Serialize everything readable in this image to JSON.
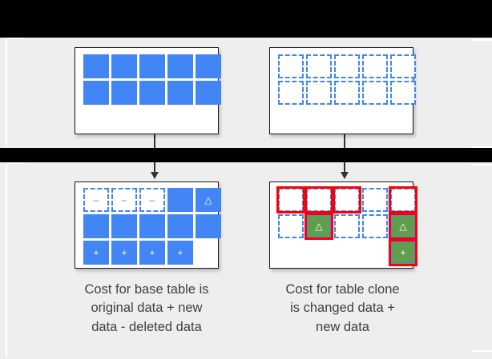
{
  "slide": {
    "background_color": "#eeeeee",
    "page_color": "#ffffff",
    "bar_color": "#000000"
  },
  "colors": {
    "data_blue": "#4285f4",
    "changed_green": "#5f9e4f",
    "highlight_red": "#ff0000",
    "table_border": "#1a1a1a",
    "text": "#3c4043"
  },
  "glyphs": {
    "delta": "△",
    "plus": "+",
    "minus": "–"
  },
  "tables": [
    {
      "id": "base-table-before",
      "name": "base-table-original",
      "rows": [
        [
          {
            "state": "filled",
            "glyph": "",
            "highlight": false
          },
          {
            "state": "filled",
            "glyph": "",
            "highlight": false
          },
          {
            "state": "filled",
            "glyph": "",
            "highlight": false
          },
          {
            "state": "filled",
            "glyph": "",
            "highlight": false
          },
          {
            "state": "filled",
            "glyph": "",
            "highlight": false
          }
        ],
        [
          {
            "state": "filled",
            "glyph": "",
            "highlight": false
          },
          {
            "state": "filled",
            "glyph": "",
            "highlight": false
          },
          {
            "state": "filled",
            "glyph": "",
            "highlight": false
          },
          {
            "state": "filled",
            "glyph": "",
            "highlight": false
          },
          {
            "state": "filled",
            "glyph": "",
            "highlight": false
          }
        ]
      ]
    },
    {
      "id": "clone-table-before",
      "name": "table-clone-original",
      "rows": [
        [
          {
            "state": "dashed",
            "glyph": "",
            "highlight": false
          },
          {
            "state": "dashed",
            "glyph": "",
            "highlight": false
          },
          {
            "state": "dashed",
            "glyph": "",
            "highlight": false
          },
          {
            "state": "dashed",
            "glyph": "",
            "highlight": false
          },
          {
            "state": "dashed",
            "glyph": "",
            "highlight": false
          }
        ],
        [
          {
            "state": "dashed",
            "glyph": "",
            "highlight": false
          },
          {
            "state": "dashed",
            "glyph": "",
            "highlight": false
          },
          {
            "state": "dashed",
            "glyph": "",
            "highlight": false
          },
          {
            "state": "dashed",
            "glyph": "",
            "highlight": false
          },
          {
            "state": "dashed",
            "glyph": "",
            "highlight": false
          }
        ]
      ]
    },
    {
      "id": "base-table-after",
      "name": "base-table-after-changes",
      "rows": [
        [
          {
            "state": "dashed",
            "glyph": "–",
            "highlight": false
          },
          {
            "state": "dashed",
            "glyph": "–",
            "highlight": false
          },
          {
            "state": "dashed",
            "glyph": "–",
            "highlight": false
          },
          {
            "state": "filled",
            "glyph": "",
            "highlight": false
          },
          {
            "state": "filled",
            "glyph": "△",
            "highlight": false
          }
        ],
        [
          {
            "state": "filled",
            "glyph": "",
            "highlight": false
          },
          {
            "state": "filled",
            "glyph": "",
            "highlight": false
          },
          {
            "state": "filled",
            "glyph": "",
            "highlight": false
          },
          {
            "state": "filled",
            "glyph": "",
            "highlight": false
          },
          {
            "state": "filled",
            "glyph": "",
            "highlight": false
          }
        ],
        [
          {
            "state": "filled",
            "glyph": "+",
            "highlight": false
          },
          {
            "state": "filled",
            "glyph": "+",
            "highlight": false
          },
          {
            "state": "filled",
            "glyph": "+",
            "highlight": false
          },
          {
            "state": "filled",
            "glyph": "+",
            "highlight": false
          },
          {
            "state": "empty",
            "glyph": "",
            "highlight": false
          }
        ]
      ]
    },
    {
      "id": "clone-table-after",
      "name": "table-clone-after-changes",
      "rows": [
        [
          {
            "state": "dashed",
            "glyph": "",
            "highlight": true
          },
          {
            "state": "dashed",
            "glyph": "",
            "highlight": true
          },
          {
            "state": "dashed",
            "glyph": "",
            "highlight": true
          },
          {
            "state": "dashed",
            "glyph": "",
            "highlight": false
          },
          {
            "state": "dashed",
            "glyph": "",
            "highlight": true
          }
        ],
        [
          {
            "state": "dashed",
            "glyph": "",
            "highlight": false
          },
          {
            "state": "green",
            "glyph": "△",
            "highlight": true
          },
          {
            "state": "dashed",
            "glyph": "",
            "highlight": false
          },
          {
            "state": "dashed",
            "glyph": "",
            "highlight": false
          },
          {
            "state": "green",
            "glyph": "△",
            "highlight": true
          }
        ],
        [
          {
            "state": "empty",
            "glyph": "",
            "highlight": false
          },
          {
            "state": "empty",
            "glyph": "",
            "highlight": false
          },
          {
            "state": "empty",
            "glyph": "",
            "highlight": false
          },
          {
            "state": "empty",
            "glyph": "",
            "highlight": false
          },
          {
            "state": "green",
            "glyph": "+",
            "highlight": true
          }
        ]
      ]
    }
  ],
  "captions": {
    "left": "Cost for base table is original data + new data - deleted data",
    "left_lines": [
      "Cost for base table is",
      "original data + new",
      "data - deleted data"
    ],
    "right": "Cost for table clone is changed data + new data",
    "right_lines": [
      "Cost for table clone",
      "is changed data +",
      "new data"
    ]
  },
  "arrows": [
    {
      "name": "arrow-base-table",
      "from": "base-table-original",
      "to": "base-table-after-changes"
    },
    {
      "name": "arrow-clone-table",
      "from": "table-clone-original",
      "to": "table-clone-after-changes"
    }
  ]
}
